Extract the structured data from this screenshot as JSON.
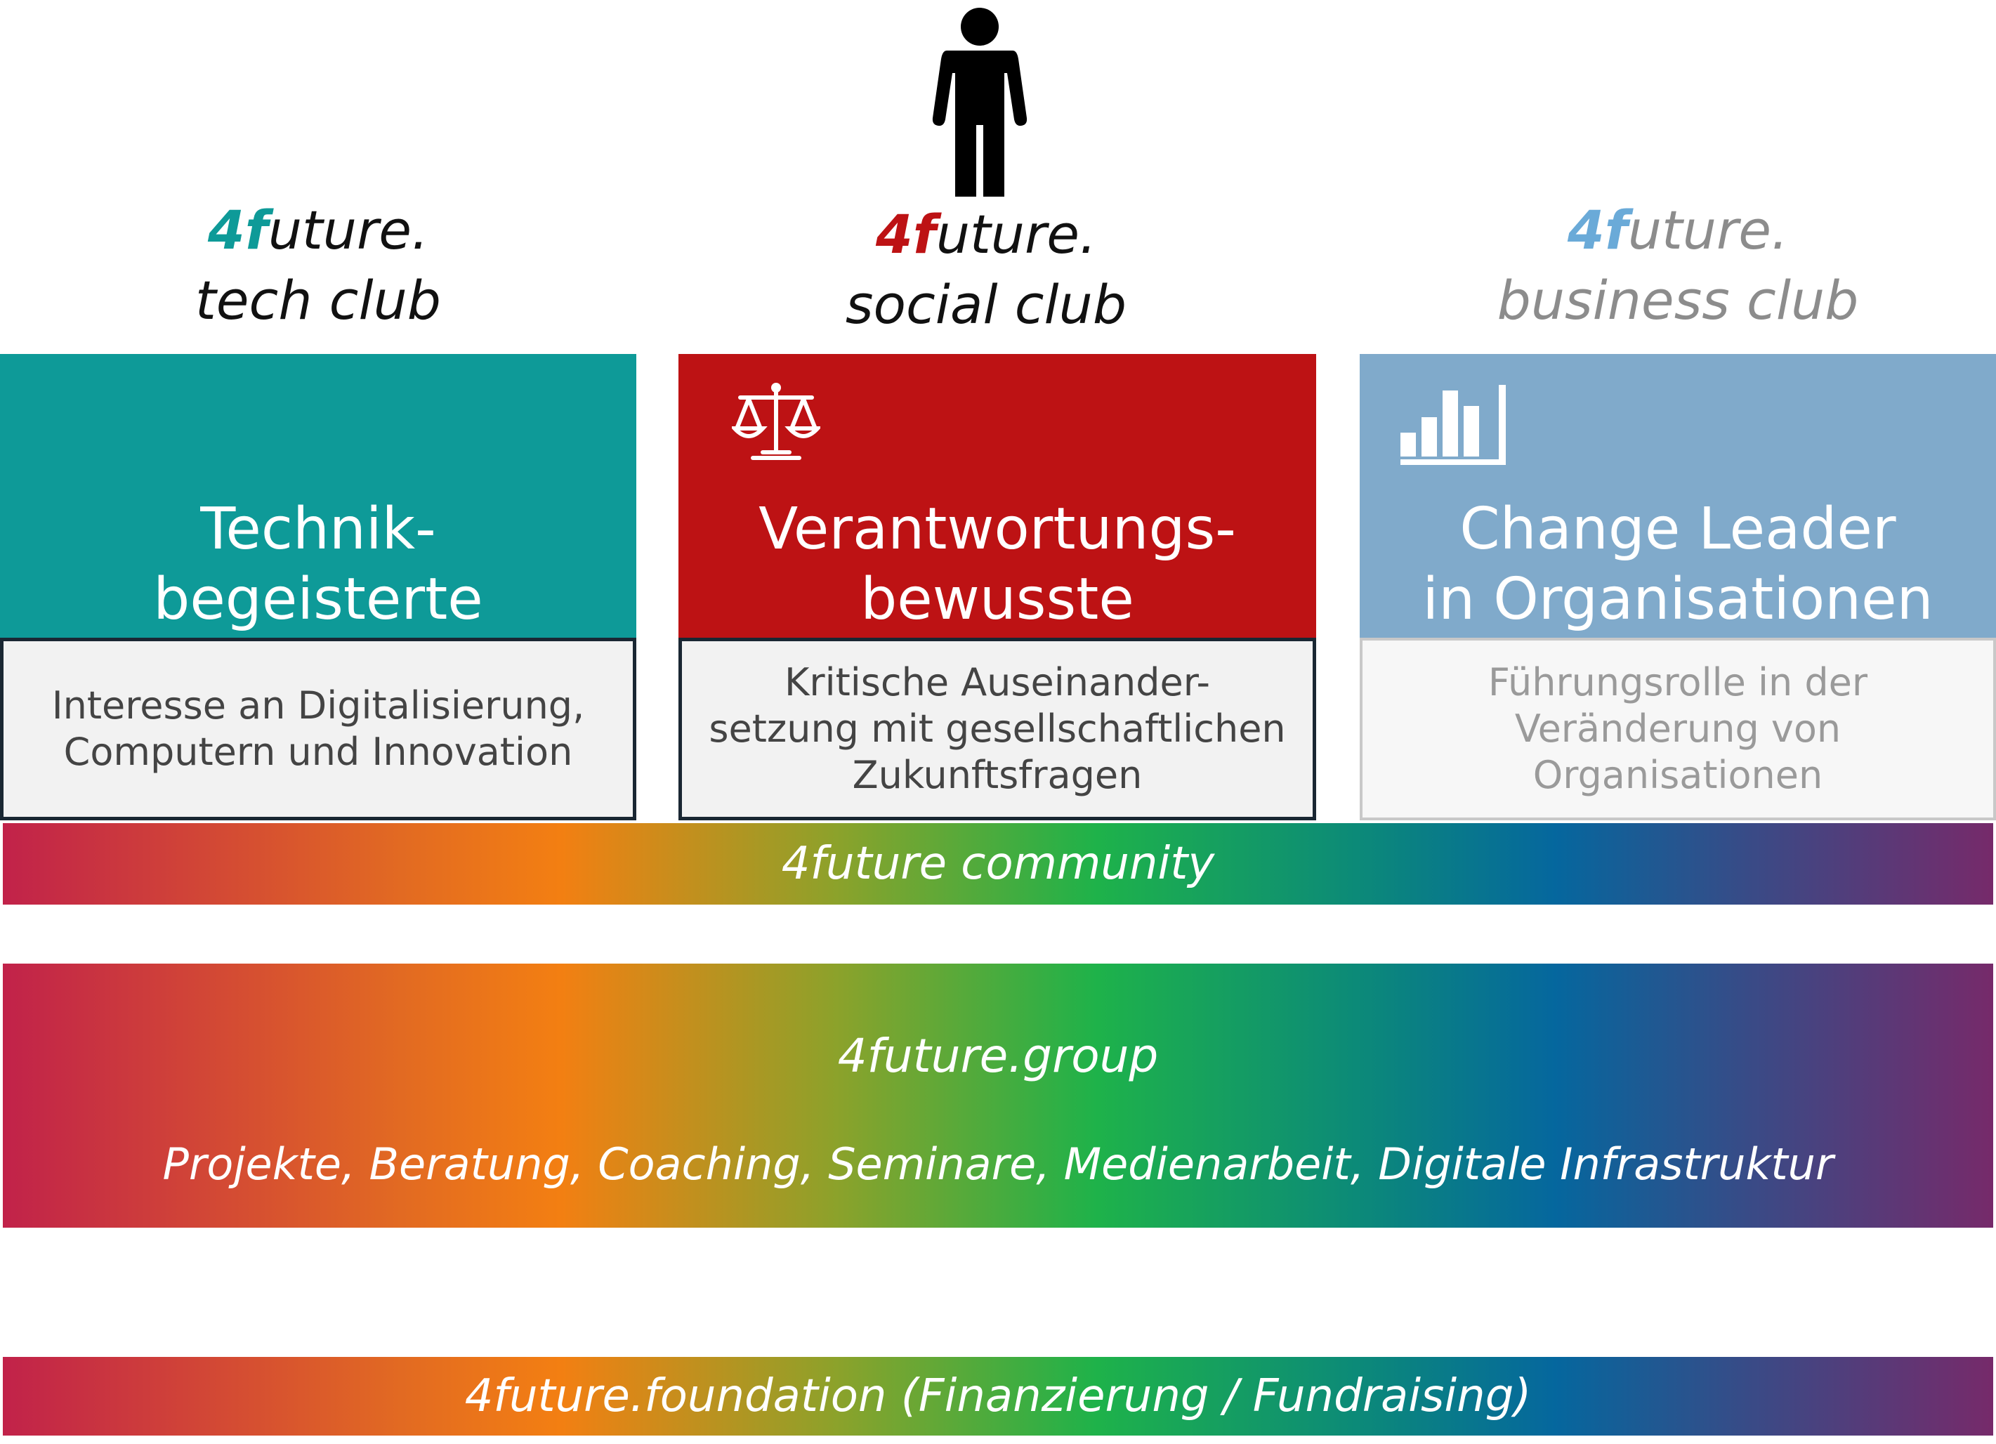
{
  "person_icon": "person-icon",
  "clubs": [
    {
      "brand_num": "4f",
      "brand_rest": "uture.",
      "name": "tech club",
      "color": "#0e9a98",
      "heading": "Technik-\nbegeisterte",
      "description": "Interesse an Digitalisierung,\nComputern und Innovation",
      "icon": "none"
    },
    {
      "brand_num": "4f",
      "brand_rest": "uture.",
      "name": "social club",
      "color": "#bd1214",
      "heading": "Verantwortungs-\nbewusste",
      "description": "Kritische Auseinander-\nsetzung mit gesellschaftlichen\nZukunftsfragen",
      "icon": "scales-icon"
    },
    {
      "brand_num": "4f",
      "brand_rest": "uture.",
      "name": "business club",
      "color": "#80aacb",
      "heading": "Change Leader\nin Organisationen",
      "description": "Führungsrolle in der\nVeränderung von\nOrganisationen",
      "icon": "bar-chart-icon"
    }
  ],
  "community": {
    "label": "4future community"
  },
  "group": {
    "title": "4future.group",
    "services": "Projekte, Beratung, Coaching, Seminare, Medienarbeit, Digitale Infrastruktur"
  },
  "foundation": {
    "label": "4future.foundation (Finanzierung / Fundraising)"
  },
  "colors": {
    "tech": "#0e9a98",
    "social": "#bd1214",
    "business": "#80aacb",
    "business_brand": "#6aaad8"
  }
}
